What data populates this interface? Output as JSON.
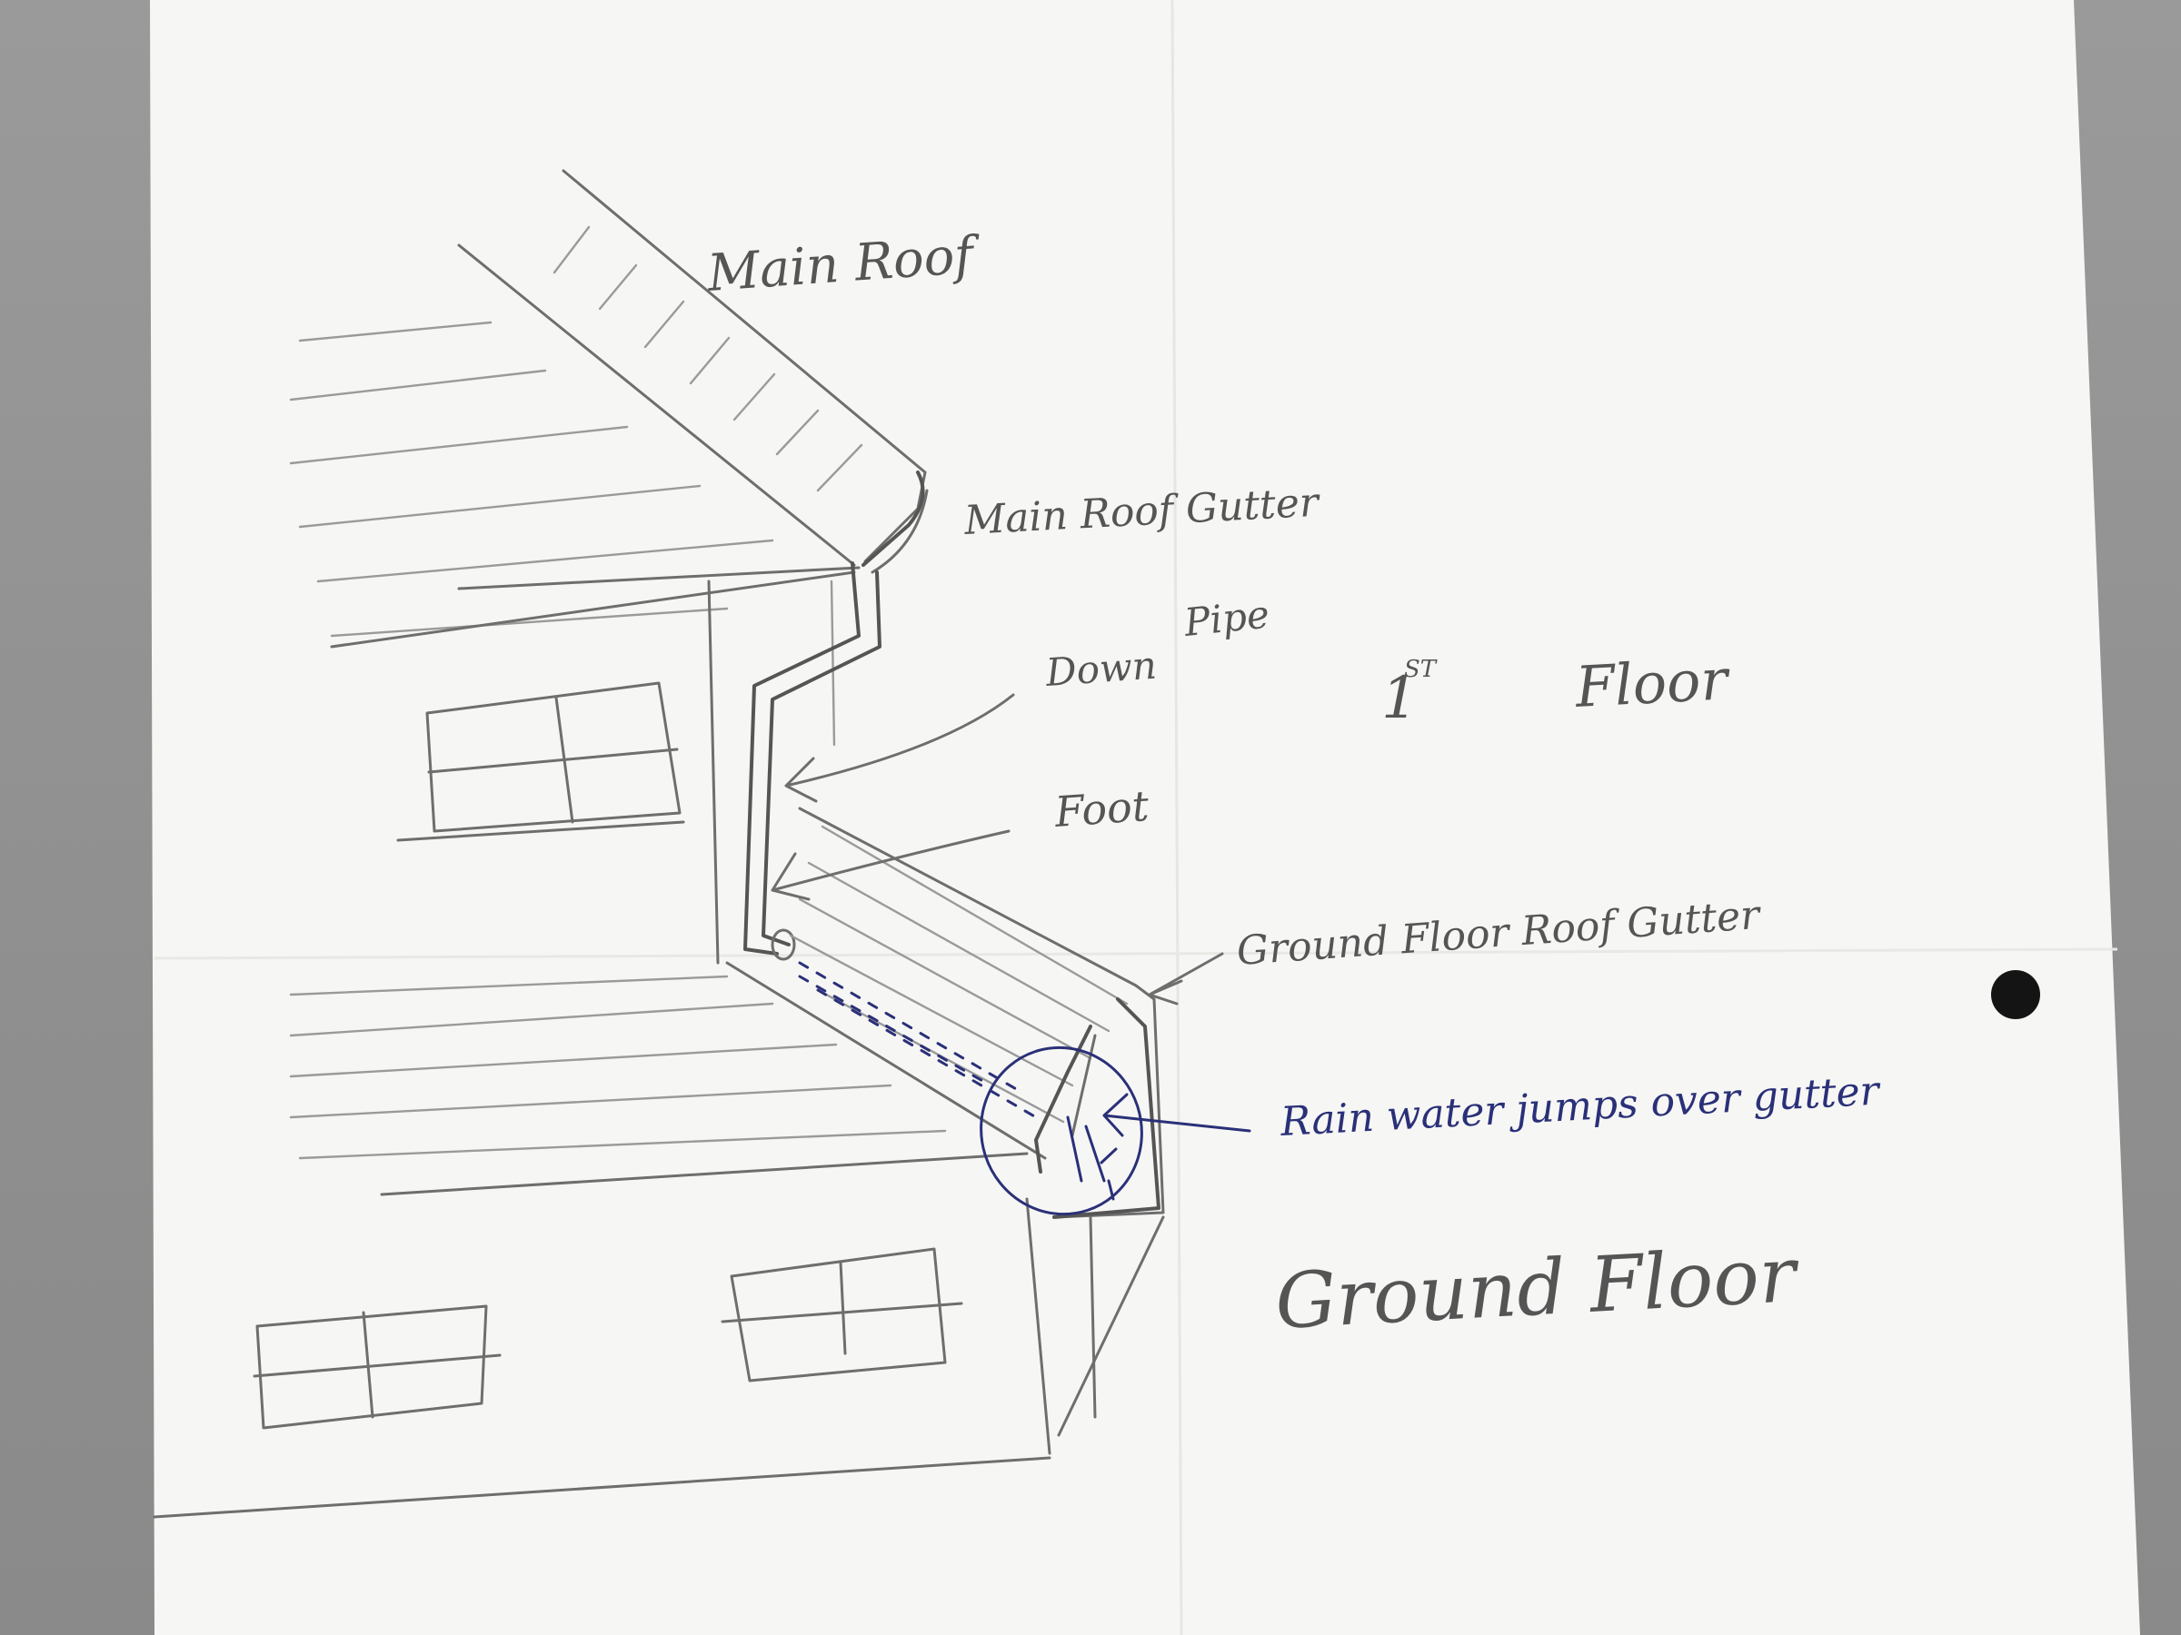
{
  "labels": {
    "main_roof": "Main Roof",
    "main_roof_gutter": "Main Roof Gutter",
    "down_pipe_1": "Down",
    "down_pipe_2": "Pipe",
    "first_floor_ord": "1",
    "first_floor_sup": "ST",
    "first_floor_word": "Floor",
    "foot": "Foot",
    "ground_floor_roof_gutter": "Ground Floor Roof Gutter",
    "rain_water_note": "Rain water jumps over gutter",
    "ground_floor": "Ground Floor"
  },
  "colors": {
    "paper": "#f6f6f4",
    "pencil": "#6e6e6e",
    "ink": "#2a3078",
    "background": "#8e8e8e"
  }
}
